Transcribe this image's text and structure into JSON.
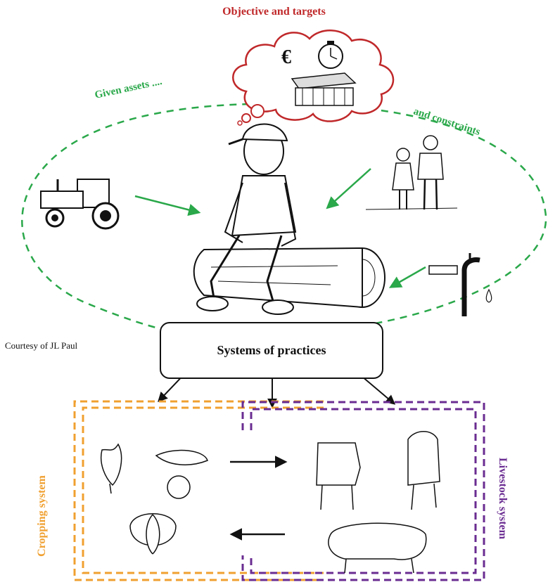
{
  "header": {
    "title": "Objective and targets"
  },
  "labels": {
    "assets": "Given assets ....",
    "constraints": "and constraints",
    "courtesy": "Courtesy of JL Paul",
    "systems": "Systems of practices",
    "cropping": "Cropping system",
    "livestock": "Livestock system"
  },
  "icons": {
    "money": "€",
    "clock": "stopwatch-icon",
    "farm": "farm-building-icon",
    "tractor": "tractor-icon",
    "family": "family-icon",
    "tap": "water-tap-icon",
    "farmer": "farmer-on-log-icon"
  },
  "colors": {
    "title": "#c0282a",
    "assets_ellipse": "#2aa84a",
    "cropping": "#f0a030",
    "livestock": "#6a2c91"
  }
}
